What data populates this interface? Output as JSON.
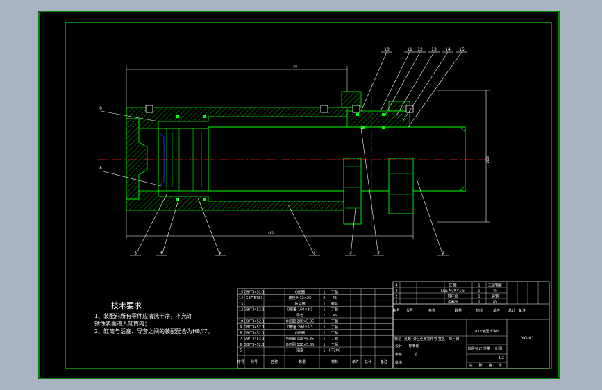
{
  "viewport": {
    "background": "#a9b4c2"
  },
  "colors": {
    "paper": "#000000",
    "frame": "#00ff00",
    "outline": "#00ff00",
    "centerline": "#ff2020",
    "dimension": "#ffffff",
    "seal": "#2020ff",
    "text": "#ffffff"
  },
  "drawing": {
    "callouts": [
      "1",
      "2",
      "3",
      "4",
      "5",
      "6",
      "7",
      "8",
      "9",
      "10",
      "11",
      "12",
      "13",
      "14",
      "15"
    ],
    "dimensions": {
      "overall_length": "???",
      "total_span": "485",
      "height": "ø120"
    }
  },
  "technical_requirements": {
    "title": "技术要求",
    "lines": [
      "1、装配前所有零件应清洗干净，不允许",
      "   锈蚀表面进入缸筒内；",
      "2、缸筒与活塞、导套之间的装配配合为H8/f7。"
    ]
  },
  "parts_list": {
    "header": [
      "序号",
      "代号",
      "名称",
      "数量",
      "材料",
      "单件",
      "总计",
      "备注"
    ],
    "rows": [
      [
        "15",
        "GB/T3452.1",
        "O形圈",
        "1",
        "丁腈",
        "",
        "",
        ""
      ],
      [
        "14",
        "GB/T5783",
        "螺栓 M12×25",
        "6",
        "45",
        "",
        "",
        ""
      ],
      [
        "13",
        "",
        "防尘圈",
        "1",
        "聚氨",
        "",
        "",
        ""
      ],
      [
        "12",
        "GB/T3452.1",
        "O形圈 160×3.1",
        "1",
        "丁腈",
        "",
        "",
        ""
      ],
      [
        "11",
        "",
        "导套",
        "1",
        "45",
        "",
        "",
        ""
      ],
      [
        "10",
        "GB/T3452.1",
        "O形圈 200×5.35",
        "1",
        "丁腈",
        "",
        "",
        ""
      ],
      [
        "9",
        "GB/T3452.1",
        "O形圈 200×5.3",
        "1",
        "丁腈",
        "",
        "",
        ""
      ],
      [
        "8",
        "GB/T3452.1",
        "O形圈",
        "1",
        "丁腈",
        "",
        "",
        ""
      ],
      [
        "7",
        "GB/T3452.1",
        "O形圈 115×5.35",
        "1",
        "丁腈",
        "",
        "",
        ""
      ],
      [
        "6",
        "GB/T3452.1",
        "O形圈 130×5.35",
        "1",
        "丁腈",
        "",
        "",
        ""
      ],
      [
        "5",
        "",
        "活塞",
        "1",
        "HT200",
        "",
        "",
        ""
      ]
    ],
    "upper_rows": [
      [
        "4",
        "",
        "缸 筒",
        "1",
        "无缝钢管",
        "",
        "",
        ""
      ],
      [
        "3",
        "",
        "缸盖 M20×1.5",
        "1",
        "45",
        "",
        "",
        ""
      ],
      [
        "2",
        "",
        "耳环板",
        "1",
        "铸钢",
        "",
        "",
        ""
      ],
      [
        "1",
        "",
        "活塞杆",
        "1",
        "45",
        "",
        "",
        ""
      ]
    ]
  },
  "title_block": {
    "drawing_title": "200t液压式油缸",
    "labels": [
      "标记",
      "处数",
      "分区",
      "更改文件号",
      "签名",
      "年月日",
      "设计",
      "标准化",
      "审核",
      "工艺",
      "批准"
    ],
    "stage_labels": [
      "阶段标记",
      "重量",
      "比例"
    ],
    "scale": "1:2",
    "sheet_labels": [
      "共",
      "张",
      "第",
      "张"
    ],
    "code": "YG-01"
  }
}
